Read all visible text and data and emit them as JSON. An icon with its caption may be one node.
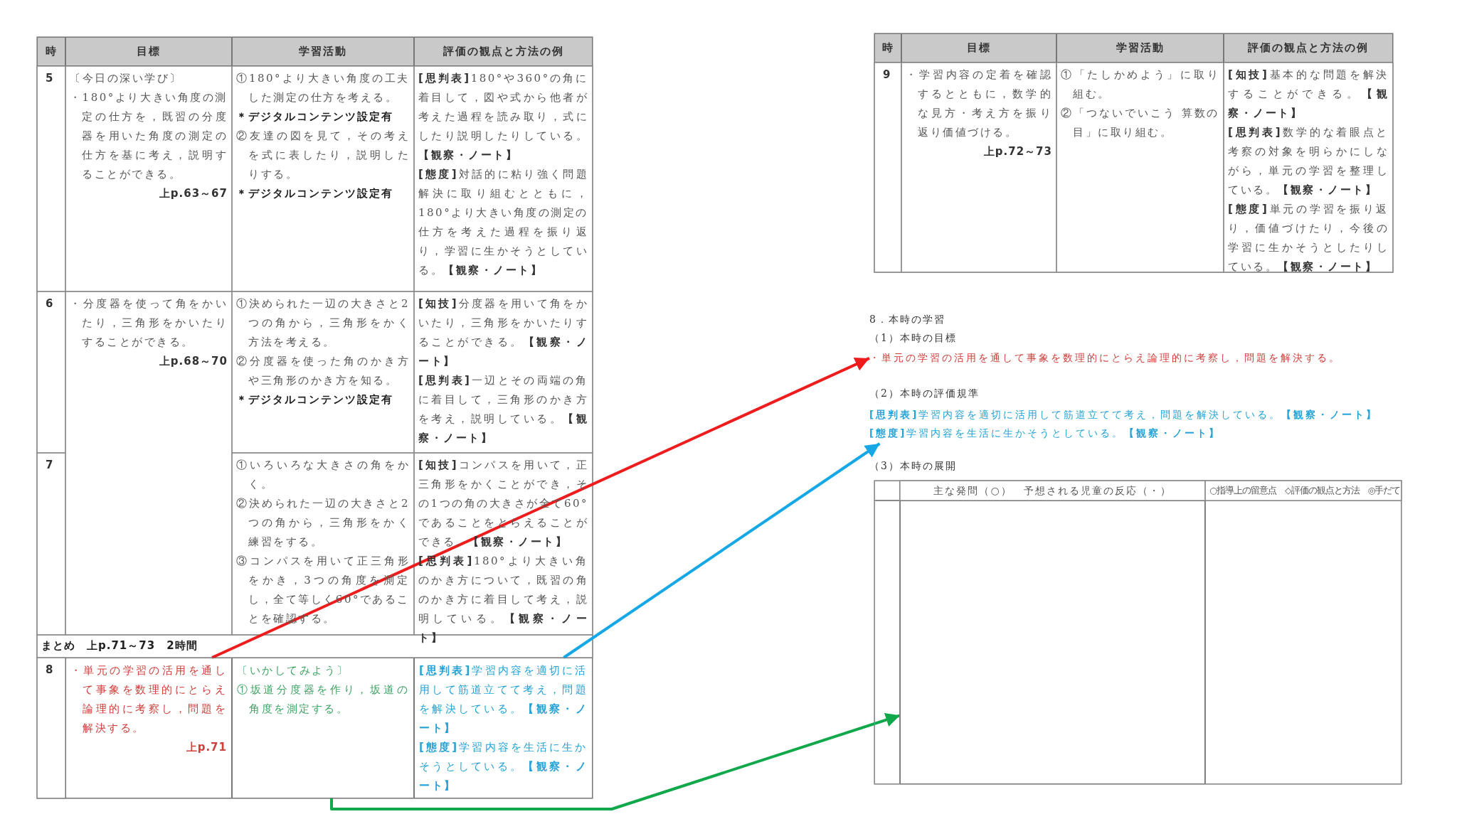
{
  "diagram": {
    "nodes": [
      {
        "text": [
          "・単元の学習の活用を通して事象を数理的にとらえ論理的に考察し，問題を解決する。",
          "上p.71"
        ]
      },
      {
        "text": [
          "〔いかしてみよう〕",
          "①坂道分度器を作り，坂道の角度を測定する。"
        ]
      },
      {
        "text": [
          "**[思判表]**学習内容を適切に活用して筋道立てて考え，問題を解決している。**【観察・ノート】**",
          "**[態度]**学習内容を生活に生かそうとしている。**【観察・ノート】**"
        ]
      },
      {
        "text": [
          "・単元の学習の活用を通して事象を数理的にとらえ論理的に考察し，問題を解決する。"
        ]
      },
      {
        "text": [
          "**[思判表]**学習内容を適切に活用して筋道立てて考え，問題を解決している。**【観察・ノート】**",
          "**[態度]**学習内容を生活に生かそうとしている。**【観察・ノート】**"
        ]
      },
      {
        "text": [],
        "shape": "box"
      }
    ],
    "edges": [
      {
        "from": 0,
        "to": 3,
        "arrow": "to",
        "color": "#ee1c1c"
      },
      {
        "from": 2,
        "to": 4,
        "arrow": "to",
        "color": "#16a8e6"
      },
      {
        "from": 1,
        "to": 5,
        "arrow": "to",
        "color": "#10a84a"
      }
    ],
    "labels": [
      "時",
      "目標",
      "学習活動",
      "評価の観点と方法の例",
      "5",
      "〔今日の深い学び〕",
      "・180°より大きい角度の測定の仕方を，既習の分度器を用いた角度の測定の仕方を基に考え，説明することができる。",
      "上p.63～67",
      "①180°より大きい角度の工夫した測定の仕方を考える。",
      "＊デジタルコンテンツ設定有",
      "②友達の図を見て，その考えを式に表したり，説明したりする。",
      "＊デジタルコンテンツ設定有",
      "**[思判表]**180°や360°の角に着目して，図や式から他者が考えた過程を読み取り，式にしたり説明したりしている。**【観察・ノート】**",
      "**[態度]**対話的に粘り強く問題解決に取り組むとともに，180°より大きい角度の測定の仕方を考えた過程を振り返り，学習に生かそうとしている。**【観察・ノート】**",
      "6",
      "・分度器を使って角をかいたり，三角形をかいたりすることができる。",
      "上p.68～70",
      "①決められた一辺の大きさと2つの角から，三角形をかく方法を考える。",
      "②分度器を使った角のかき方や三角形のかき方を知る。",
      "＊デジタルコンテンツ設定有",
      "**[知技]**分度器を用いて角をかいたり，三角形をかいたりすることができる。**【観察・ノート】**",
      "**[思判表]**一辺とその両端の角に着目して，三角形のかき方を考え，説明している。**【観察・ノート】**",
      "7",
      "①いろいろな大きさの角をかく。",
      "②決められた一辺の大きさと2つの角から，三角形をかく練習をする。",
      "③コンパスを用いて正三角形をかき，3つの角度を測定し，全て等しく60°であることを確認する。",
      "**[知技]**コンパスを用いて，正三角形をかくことができ，その1つの角の大きさが全て60°であることをとらえることができる。**【観察・ノート】**",
      "**[思判表]**180°より大きい角のかき方について，既習の角のかき方に着目して考え，説明している。**【観察・ノート】**",
      "まとめ　上p.71～73　2時間",
      "8",
      "時",
      "目標",
      "学習活動",
      "評価の観点と方法の例",
      "9",
      "・学習内容の定着を確認するとともに，数学的な見方・考え方を振り返り価値づける。",
      "上p.72～73",
      "①「たしかめよう」に取り組む。",
      "②「つないでいこう 算数の目」に取り組む。",
      "**[知技]**基本的な問題を解決することができる。**【観察・ノート】**",
      "**[思判表]**数学的な着眼点と考察の対象を明らかにしながら，単元の学習を整理している。**【観察・ノート】**",
      "**[態度]**単元の学習を振り返り，価値づけたり，今後の学習に生かそうとしたりしている。**【観察・ノート】**",
      "8．本時の学習",
      "（1）本時の目標",
      "（2）本時の評価規準",
      "（3）本時の展開",
      "主な発問（○）　予想される児童の反応（・）",
      "○指導上の留意点　◇評価の観点と方法　◎手だて"
    ]
  }
}
